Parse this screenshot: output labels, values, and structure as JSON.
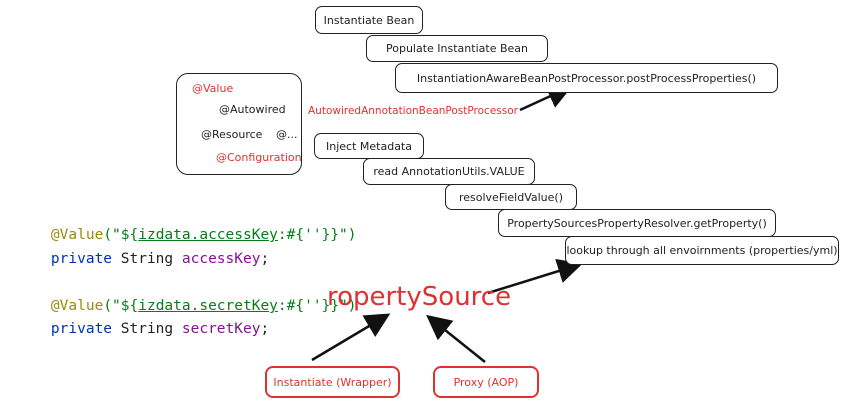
{
  "flow": {
    "instantiate_bean": "Instantiate Bean",
    "populate_bean": "Populate Instantiate Bean",
    "post_process": "InstantiationAwareBeanPostProcessor.postProcessProperties()",
    "inject_metadata": "Inject Metadata",
    "read_annotation": "read AnnotationUtils.VALUE",
    "resolve_field": "resolveFieldValue()",
    "property_resolver": "PropertySourcesPropertyResolver.getProperty()",
    "lookup": "lookup through all envoirnments (properties/yml)"
  },
  "annotations": {
    "value": "@Value",
    "autowired": "@Autowired",
    "resource": "@Resource",
    "ellipsis": "@...",
    "configuration": "@Configuration"
  },
  "processor_label": "AutowiredAnnotationBeanPostProcessor",
  "property_source_label": "ropertySource",
  "wrappers": {
    "instantiate_wrapper": "Instantiate (Wrapper)",
    "proxy": "Proxy (AOP)"
  },
  "code": {
    "line1": {
      "annotation": "@Value",
      "open": "(\"${",
      "key": "izdata.accessKey",
      "sep": ":#{",
      "empty": "''",
      "close": "}}\")"
    },
    "line2": {
      "modifier": "private",
      "type": "String",
      "field": "accessKey",
      "end": ";"
    },
    "line3": {
      "annotation": "@Value",
      "open": "(\"${",
      "key": "izdata.secretKey",
      "sep": ":#{",
      "empty": "''",
      "close": "}}\")"
    },
    "line4": {
      "modifier": "private",
      "type": "String",
      "field": "secretKey",
      "end": ";"
    }
  },
  "colors": {
    "accent_red": "#e03131",
    "annotation": "#9e880d",
    "string": "#067d17",
    "keyword": "#0033b3",
    "field": "#871094"
  }
}
